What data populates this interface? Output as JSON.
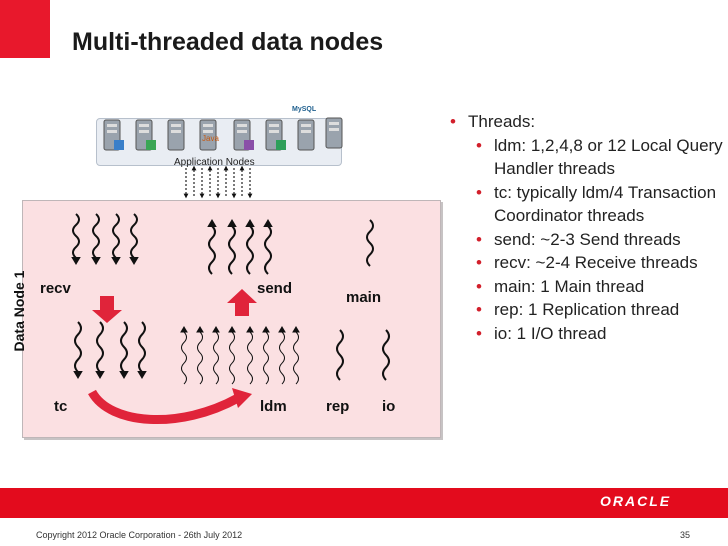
{
  "slide": {
    "title": "Multi-threaded data nodes",
    "page_number": "35",
    "copyright": "Copyright 2012 Oracle Corporation  - 26th July 2012",
    "logo_text": "ORACLE",
    "accent_color": "#e30b1d"
  },
  "bullets": [
    {
      "level": 1,
      "text": "Threads:"
    },
    {
      "level": 2,
      "text": "ldm: 1,2,4,8 or 12 Local Query Handler threads"
    },
    {
      "level": 2,
      "text": "tc: typically ldm/4 Transaction Coordinator threads"
    },
    {
      "level": 2,
      "text": "send: ~2-3 Send threads"
    },
    {
      "level": 2,
      "text": "recv: ~2-4 Receive threads"
    },
    {
      "level": 2,
      "text": "main: 1 Main thread"
    },
    {
      "level": 2,
      "text": "rep: 1 Replication thread"
    },
    {
      "level": 2,
      "text": "io: 1 I/O thread"
    }
  ],
  "diagram": {
    "application_nodes_label": "Application Nodes",
    "data_node_label": "Data Node 1",
    "mysql_label": "MySQL",
    "java_label": "Java",
    "thread_groups": {
      "recv": "recv",
      "send": "send",
      "main": "main",
      "tc": "tc",
      "ldm": "ldm",
      "rep": "rep",
      "io": "io"
    }
  }
}
